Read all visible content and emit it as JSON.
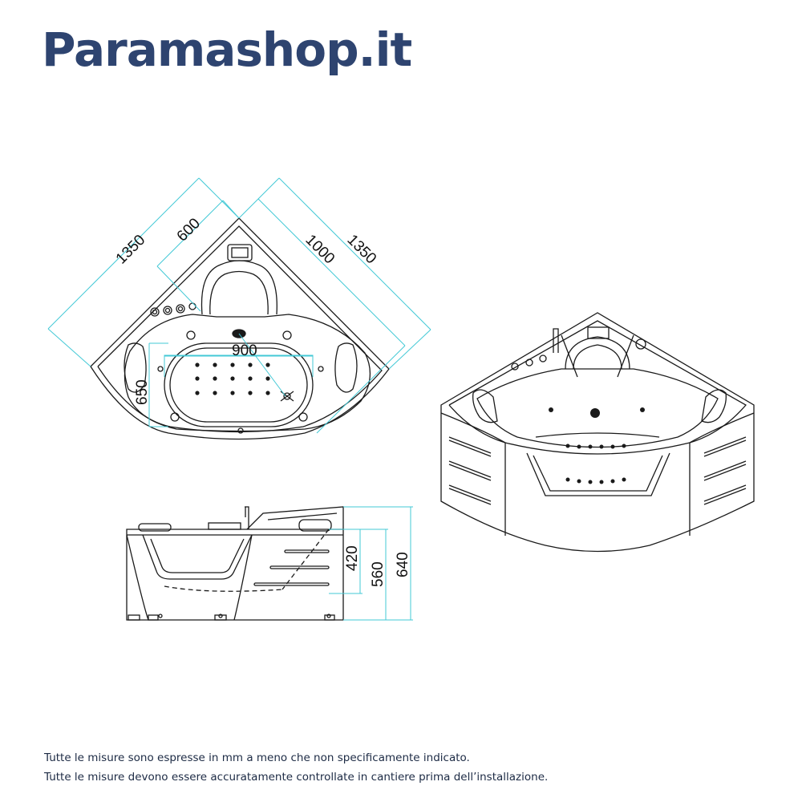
{
  "brand": {
    "name": "Paramashop.it",
    "color": "#2e4470"
  },
  "dimensions": {
    "top_left_side": "1350",
    "top_right_side": "1350",
    "seat_width": "600",
    "inner_diagonal": "1000",
    "basin_length": "900",
    "basin_width": "650",
    "inner_depth": "420",
    "seat_height": "560",
    "total_height": "640"
  },
  "colors": {
    "dimension_lines": "#43c9d6",
    "outline": "#1a1a1a"
  },
  "notes": [
    "Tutte le misure sono espresse in mm a meno che non specificamente indicato.",
    "Tutte le misure devono essere accuratamente controllate in cantiere prima dell’installazione."
  ]
}
